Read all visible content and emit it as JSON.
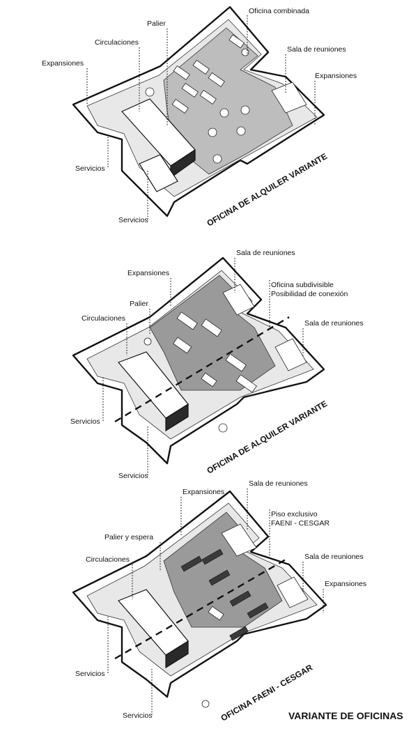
{
  "title": "VARIANTE DE OFICINAS",
  "plans": [
    {
      "caption": "OFICINA DE ALQUILER VARIANTE",
      "labels": {
        "oficina_combinada": "Oficina combinada",
        "palier": "Palier",
        "circulaciones": "Circulaciones",
        "expansiones_left": "Expansiones",
        "sala_reuniones": "Sala de reuniones",
        "expansiones_right": "Expansiones",
        "servicios_1": "Servicios",
        "servicios_2": "Servicios"
      }
    },
    {
      "caption": "OFICINA DE ALQUILER VARIANTE",
      "labels": {
        "sala_reuniones_top": "Sala de reuniones",
        "expansiones": "Expansiones",
        "oficina_subdivisible": "Oficina subdivisible",
        "posibilidad_conexion": "Posibilidad de conexión",
        "palier": "Palier",
        "sala_reuniones_right": "Sala de reuniones",
        "circulaciones": "Circulaciones",
        "servicios_1": "Servicios",
        "servicios_2": "Servicios"
      }
    },
    {
      "caption": "OFICINA FAENI - CESGAR",
      "labels": {
        "sala_reuniones_top": "Sala de reuniones",
        "expansiones_top": "Expansiones",
        "piso_exclusivo": "Piso exclusivo",
        "faeni_cesgar": "FAENI - CESGAR",
        "palier_espera": "Palier y espera",
        "sala_reuniones_right": "Sala de reuniones",
        "circulaciones": "Circulaciones",
        "expansiones_right": "Expansiones",
        "servicios_1": "Servicios",
        "servicios_2": "Servicios"
      }
    }
  ]
}
